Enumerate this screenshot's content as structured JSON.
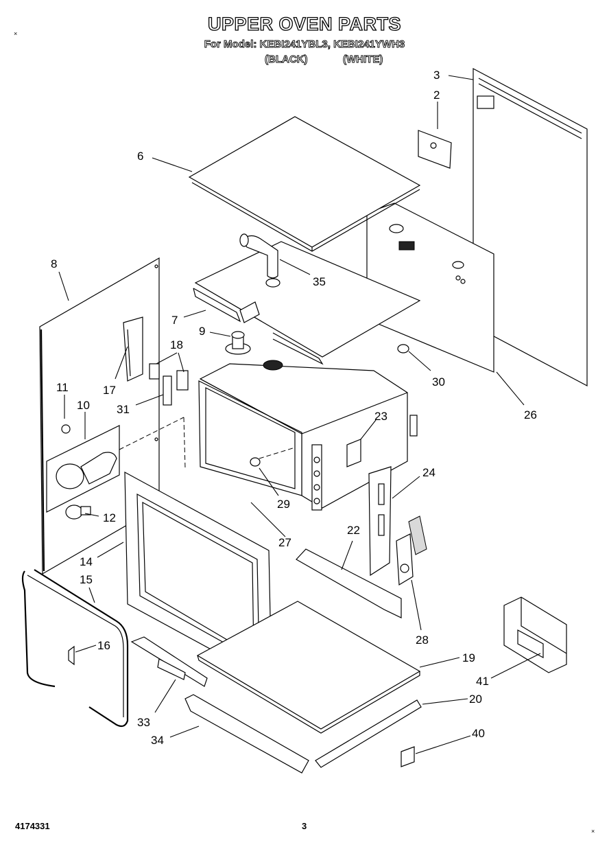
{
  "header": {
    "title": "UPPER OVEN PARTS",
    "subtitle": "For Model: KEBI241YBL3, KEBI241YWH3",
    "variant_black": "(BLACK)",
    "variant_white": "(WHITE)"
  },
  "callouts": [
    "3",
    "2",
    "6",
    "35",
    "8",
    "7",
    "9",
    "18",
    "17",
    "31",
    "11",
    "10",
    "30",
    "26",
    "23",
    "24",
    "29",
    "12",
    "27",
    "22",
    "14",
    "15",
    "16",
    "28",
    "19",
    "41",
    "20",
    "33",
    "34",
    "40"
  ],
  "footer": {
    "part_number": "4174331",
    "page_number": "3"
  }
}
